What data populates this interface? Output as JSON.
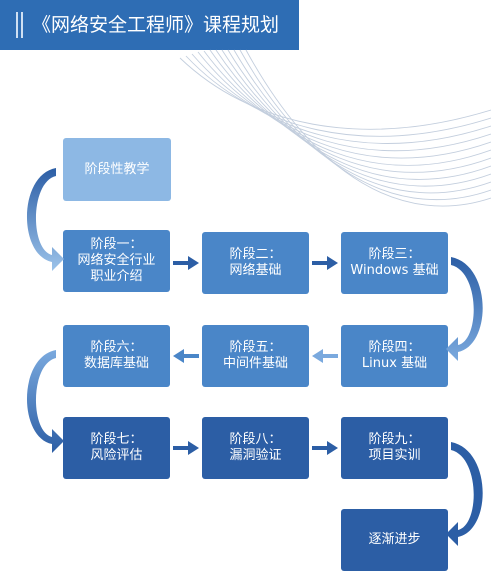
{
  "title": "《网络安全工程师》课程规划",
  "colors": {
    "title_bg": "#2e6db4",
    "light_box": "#8db8e4",
    "mid_box": "#4a86c8",
    "dark_box": "#2c5ea5",
    "arrow": "#2c5ea5",
    "deco_lines": "#b9c6d8"
  },
  "nodes": [
    {
      "id": "start",
      "label": "阶段性教学"
    },
    {
      "id": "stage1",
      "label": "阶段一：\n网络安全行业\n职业介绍"
    },
    {
      "id": "stage2",
      "label": "阶段二：\n网络基础"
    },
    {
      "id": "stage3",
      "label": "阶段三：\nWindows 基础"
    },
    {
      "id": "stage4",
      "label": "阶段四：\nLinux 基础"
    },
    {
      "id": "stage5",
      "label": "阶段五：\n中间件基础"
    },
    {
      "id": "stage6",
      "label": "阶段六：\n数据库基础"
    },
    {
      "id": "stage7",
      "label": "阶段七：\n风险评估"
    },
    {
      "id": "stage8",
      "label": "阶段八：\n漏洞验证"
    },
    {
      "id": "stage9",
      "label": "阶段九：\n项目实训"
    },
    {
      "id": "end",
      "label": "逐渐进步"
    }
  ]
}
